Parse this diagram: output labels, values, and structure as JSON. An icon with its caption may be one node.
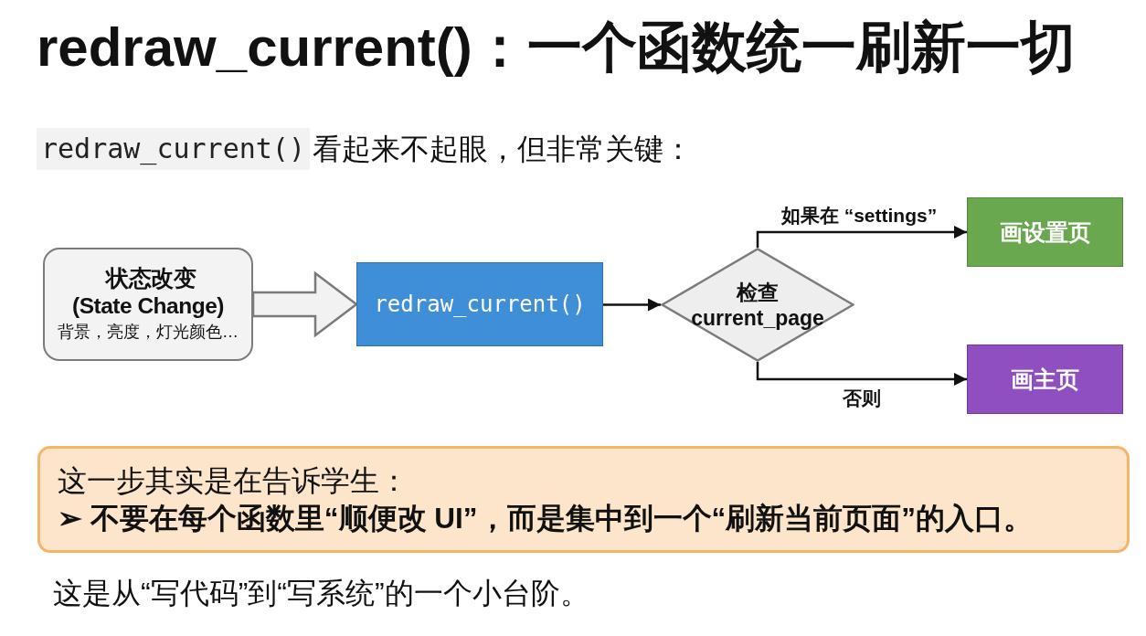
{
  "diagram": {
    "title": "redraw_current()：一个函数统一刷新一切",
    "nodes": [
      {
        "text": [
          "状态改变 (State Change)",
          "背景，亮度，灯光颜色…"
        ]
      },
      {
        "text": [
          "redraw_current()"
        ]
      },
      {
        "text": [
          "检查 current_page"
        ]
      },
      {
        "text": [
          "画设置页"
        ]
      },
      {
        "text": [
          "画主页"
        ]
      },
      {
        "text": [
          "这一步其实是在告诉学生：",
          "➢ 不要在每个函数里“顺便改 UI”，而是集中到一个“刷新当前页面”的入口。"
        ]
      }
    ],
    "edges": [
      {
        "from": 0,
        "to": 1,
        "arrow": "to",
        "style": "thick",
        "color": "#7a7a7a"
      },
      {
        "from": 1,
        "to": 2,
        "arrow": "to"
      },
      {
        "from": 2,
        "to": 3,
        "arrow": "to",
        "label": "如果在 “settings”"
      },
      {
        "from": 2,
        "to": 4,
        "arrow": "to",
        "label": "否则"
      }
    ],
    "labels": [
      "redraw_current()",
      "看起来不起眼，但非常关键：",
      "这是从“写代码”到“写系统”的一个小台阶。"
    ]
  }
}
